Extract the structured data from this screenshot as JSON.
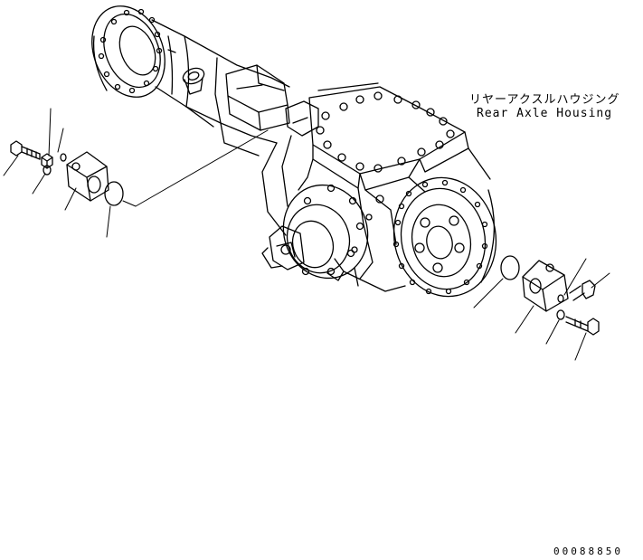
{
  "diagram": {
    "part_label_jp": "リヤーアクスルハウジング",
    "part_label_en": "Rear Axle Housing",
    "drawing_number": "00088850"
  }
}
